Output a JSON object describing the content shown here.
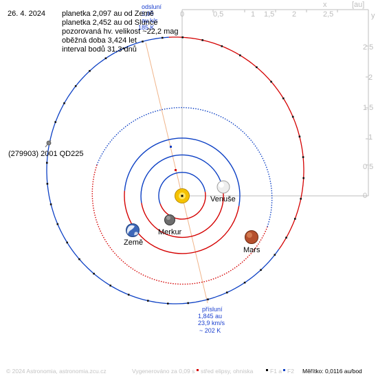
{
  "date": "26. 4. 2024",
  "info_lines": [
    "planetka 2,097 au od Země",
    "planetka 2,452 au od Slunce",
    "pozorovaná hv. velikost ~22,2 mag",
    "oběžná doba 3,424 let",
    "interval bodů 31,3 dnů"
  ],
  "axis": {
    "unit": "[au]",
    "x_ticks": [
      "0",
      "0,5",
      "1",
      "1,5",
      "2",
      "2,5"
    ],
    "x_label": "x",
    "y_ticks": [
      "2,5",
      "2",
      "1,5",
      "1",
      "0,5",
      "0"
    ],
    "y_label": "y"
  },
  "asteroid_label": "(279903) 2001 QD225",
  "perihelion": {
    "title": "přísluní",
    "distance": "1,845 au",
    "speed": "23,9 km/s",
    "temperature": "~ 202 K"
  },
  "aphelion": {
    "title": "odsluní",
    "lines": [
      "3,05",
      "au",
      "k/s",
      "185 K"
    ]
  },
  "planets": {
    "earth": "Země",
    "venus": "Venuše",
    "mercury": "Merkur",
    "mars": "Mars"
  },
  "footer": {
    "copyright": "© 2024 Astronomia, astronomia.zcu.cz",
    "generated": "Vygenerováno za 0,09 s",
    "legend_center": "střed elipsy, ohniska",
    "legend_f1": "F1 a",
    "legend_f2": "F2",
    "scale": "Měřítko: 0,0116 au/bod"
  },
  "colors": {
    "blue": "#0b3fc4",
    "red": "#d40000",
    "sun": "#f5c200",
    "axis": "#bdbdbd"
  }
}
